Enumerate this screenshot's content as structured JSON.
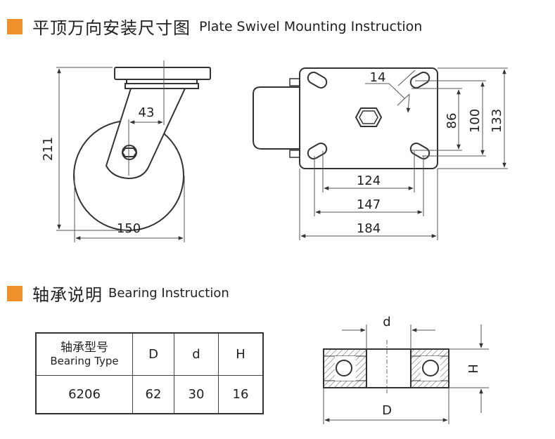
{
  "colors": {
    "accent": "#f0902a",
    "line": "#333333"
  },
  "section1": {
    "title_cn": "平顶万向安装尺寸图",
    "title_en": "Plate Swivel Mounting Instruction"
  },
  "section2": {
    "title_cn": "轴承说明",
    "title_en": "Bearing Instruction"
  },
  "side_view": {
    "height_label": "211",
    "width_label": "150",
    "offset_label": "43"
  },
  "top_view": {
    "slot_label": "14",
    "hole_spacing_v": "86",
    "inner_height": "100",
    "plate_height": "133",
    "hole_spacing_h": "124",
    "inner_width": "147",
    "plate_width": "184"
  },
  "bearing_diagram": {
    "inner_label": "d",
    "outer_label": "D",
    "height_label": "H"
  },
  "table": {
    "header": {
      "type_cn": "轴承型号",
      "type_en": "Bearing Type",
      "D": "D",
      "d": "d",
      "H": "H"
    },
    "row": {
      "type": "6206",
      "D": "62",
      "d": "30",
      "H": "16"
    }
  }
}
